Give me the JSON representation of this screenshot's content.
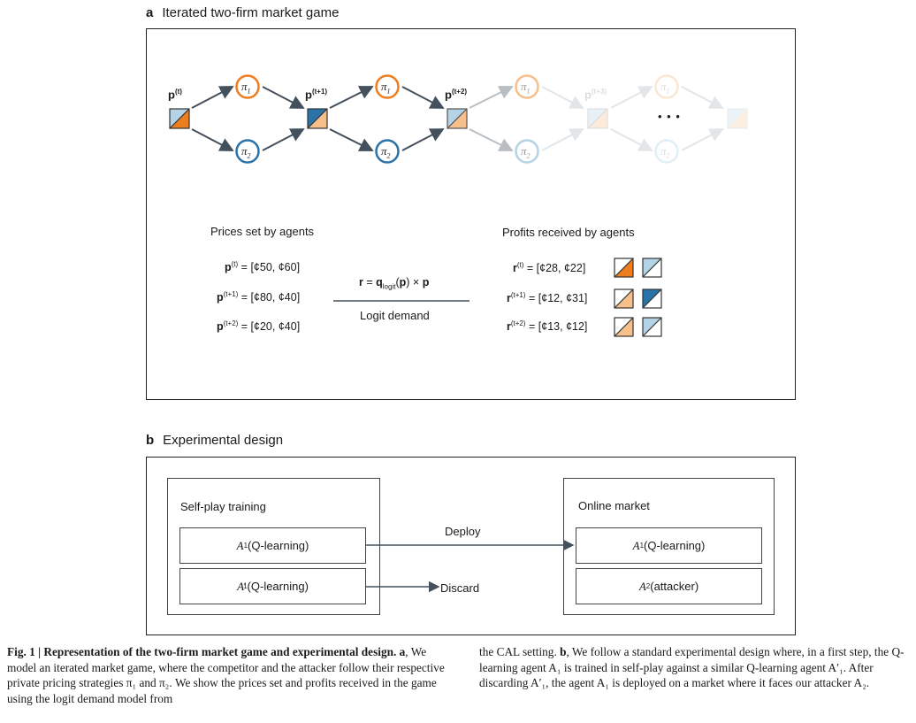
{
  "panel_a": {
    "letter": "a",
    "title": "Iterated two-firm market game",
    "policy_1": "π",
    "policy_1_sub": "1",
    "policy_2": "π",
    "policy_2_sub": "2",
    "p_base": "p",
    "p_sup_t": "(t)",
    "p_sup_t1": "(t+1)",
    "p_sup_t2": "(t+2)",
    "p_sup_t3": "(t+3)",
    "ellipsis": "• • •",
    "prices_heading": "Prices set by agents",
    "profits_heading": "Profits received by agents",
    "prices": [
      {
        "sym": "p",
        "sup": "(t)",
        "value": " = [¢50, ¢60]"
      },
      {
        "sym": "p",
        "sup": "(t+1)",
        "value": " = [¢80, ¢40]"
      },
      {
        "sym": "p",
        "sup": "(t+2)",
        "value": " = [¢20, ¢40]"
      }
    ],
    "profits": [
      {
        "sym": "r",
        "sup": "(t)",
        "value": " = [¢28, ¢22]"
      },
      {
        "sym": "r",
        "sup": "(t+1)",
        "value": " = [¢12, ¢31]"
      },
      {
        "sym": "r",
        "sup": "(t+2)",
        "value": " = [¢13, ¢12]"
      }
    ],
    "formula_r": "r",
    "formula_eq": " = ",
    "formula_q": "q",
    "formula_q_sub": "logit",
    "formula_rest_open": "(",
    "formula_p": "p",
    "formula_rest_close": ") × ",
    "formula_p2": "p",
    "demand_label": "Logit demand"
  },
  "panel_b": {
    "letter": "b",
    "title": "Experimental design",
    "training_title": "Self-play training",
    "market_title": "Online market",
    "agent_a1": "A",
    "agent_a1_sub": "1",
    "agent_a1_text": " (Q-learning)",
    "agent_a1p_sub": "1",
    "agent_a1p_text": " (Q-learning)",
    "agent_a2_sub": "2",
    "agent_a2_text": " (attacker)",
    "deploy_label": "Deploy",
    "discard_label": "Discard"
  },
  "caption": {
    "fig_label": "Fig. 1 | ",
    "fig_title": "Representation of the two-firm market game and experimental design.",
    "left_a": " a",
    "left_text": ", We model an iterated market game, where the competitor and the attacker follow their respective private pricing strategies π₁ and π₂. We show the prices set and profits received in the game using the logit demand model from",
    "right_text_1": "the CAL setting. ",
    "right_b": "b",
    "right_text_2": ", We follow a standard experimental design where, in a first step, the Q-learning agent A₁ is trained in self-play against a similar Q-learning agent A′₁. After discarding A′₁, the agent A₁ is deployed on a market where it faces our attacker A₂."
  },
  "colors": {
    "orange": "#ee7d1e",
    "light_orange": "#f6bf8c",
    "blue": "#2a73a8",
    "light_blue": "#b5d3e6",
    "arrow": "#44505c"
  }
}
